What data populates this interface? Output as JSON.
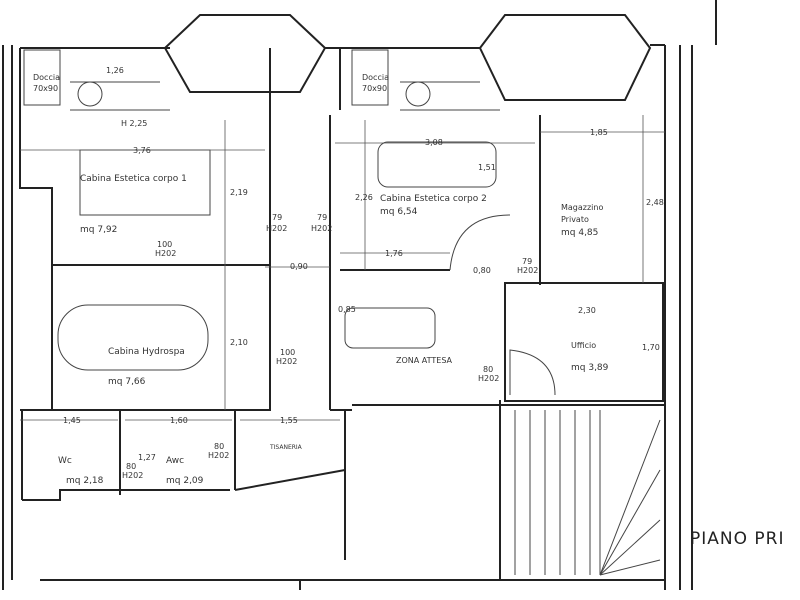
{
  "title": "PIANO PRI",
  "rooms": {
    "doccia1": {
      "name": "Doccia",
      "size": "70x90"
    },
    "doccia2": {
      "name": "Doccia",
      "size": "70x90"
    },
    "cabina1": {
      "name": "Cabina Estetica corpo 1",
      "area": "mq 7,92"
    },
    "cabina2": {
      "name": "Cabina Estetica corpo 2",
      "area": "mq 6,54"
    },
    "magazzino": {
      "name_1": "Magazzino",
      "name_2": "Privato",
      "area": "mq 4,85"
    },
    "hydrospa": {
      "name": "Cabina Hydrospa",
      "area": "mq 7,66"
    },
    "attesa": {
      "name": "ZONA ATTESA"
    },
    "ufficio": {
      "name": "Ufficio",
      "area": "mq 3,89"
    },
    "wc": {
      "name": "Wc",
      "area": "mq 2,18"
    },
    "awc": {
      "name": "Awc",
      "area": "mq 2,09"
    },
    "tisaneria": {
      "name": "TISANERIA"
    }
  },
  "dimensions": {
    "d126": "1,26",
    "h225": "H 2,25",
    "d376": "3,76",
    "d219": "2,19",
    "d090": "0,90",
    "d308": "3,08",
    "d151": "1,51",
    "d226": "2,26",
    "d185": "1,85",
    "d248": "2,48",
    "d176": "1,76",
    "d080": "0,80",
    "d085": "0,85",
    "d230": "2,30",
    "d170": "1,70",
    "d210": "2,10",
    "d145": "1,45",
    "d160": "1,60",
    "d155": "1,55",
    "d127": "1,27"
  },
  "doors": {
    "door1": {
      "w": "79",
      "h": "H202"
    },
    "door2": {
      "w": "79",
      "h": "H202"
    },
    "door3": {
      "w": "100",
      "h": "H202"
    },
    "door4": {
      "w": "79",
      "h": "H202"
    },
    "door5": {
      "w": "100",
      "h": "H202"
    },
    "door6": {
      "w": "80",
      "h": "H202"
    },
    "door7": {
      "w": "80",
      "h": "H202"
    },
    "door8": {
      "w": "80",
      "h": "H202"
    }
  }
}
